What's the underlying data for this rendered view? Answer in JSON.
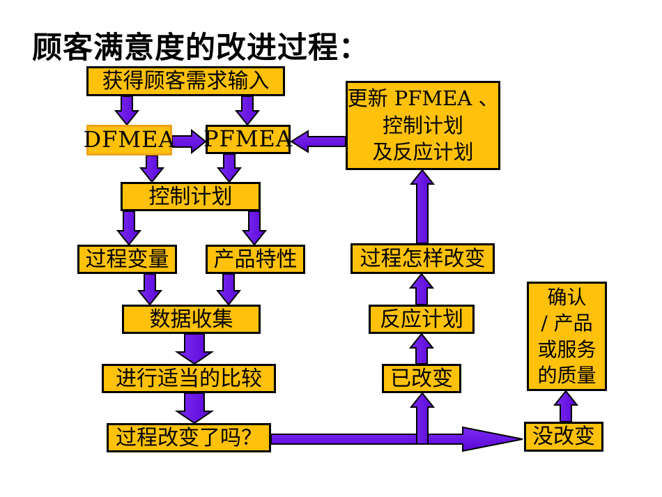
{
  "title": "顾客满意度的改进过程：",
  "colors": {
    "box_fill": "#FFC10A",
    "box_border": "#000000",
    "dfmea_box_border": "#EDA21B",
    "arrow_fill": "#6609E0",
    "arrow_outline": "#000000",
    "background": "#FFFFFF",
    "text": "#000000"
  },
  "boxes": {
    "obtain_input": {
      "label": "获得顾客需求输入"
    },
    "dfmea": {
      "label": "DFMEA"
    },
    "pfmea": {
      "label": "PFMEA"
    },
    "update_pfmea": {
      "lines": [
        "更新 PFMEA 、",
        "控制计划",
        "及反应计划"
      ]
    },
    "control_plan": {
      "label": "控制计划"
    },
    "process_variable": {
      "label": "过程变量"
    },
    "product_characteristic": {
      "label": "产品特性"
    },
    "data_collection": {
      "label": "数据收集"
    },
    "comparison": {
      "label": "进行适当的比较"
    },
    "process_changed_q": {
      "label": "过程改变了吗？"
    },
    "how_process_changed": {
      "label": "过程怎样改变"
    },
    "reaction_plan": {
      "label": "反应计划"
    },
    "changed": {
      "label": "已改变"
    },
    "confirm_quality": {
      "lines": [
        "确认",
        "/ 产品",
        "或服务",
        "的质量"
      ]
    },
    "not_changed": {
      "label": "没改变"
    }
  }
}
